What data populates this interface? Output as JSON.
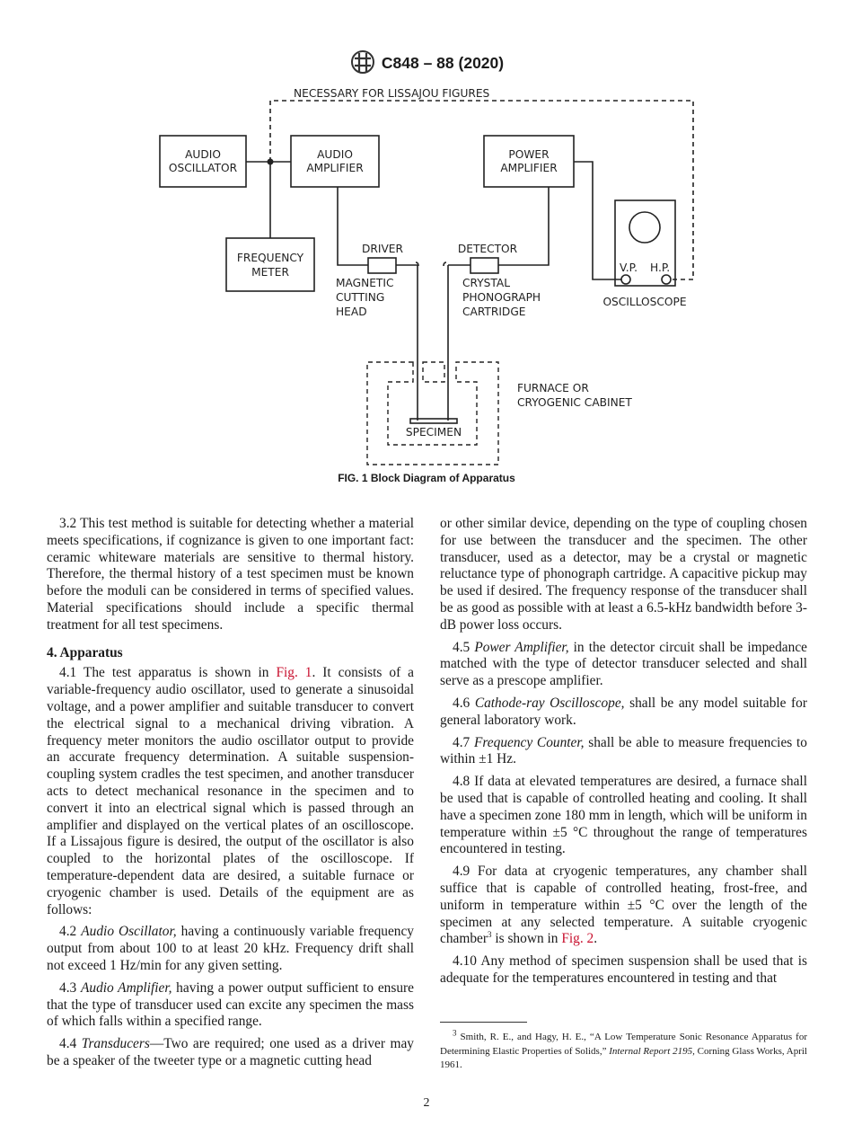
{
  "header": {
    "logo": "ASTM",
    "designation": "C848 – 88 (2020)"
  },
  "figure": {
    "lissajou_label": "NECESSARY FOR LISSAJOU FIGURES",
    "audio_oscillator": [
      "AUDIO",
      "OSCILLATOR"
    ],
    "audio_amplifier": [
      "AUDIO",
      "AMPLIFIER"
    ],
    "power_amplifier": [
      "POWER",
      "AMPLIFIER"
    ],
    "frequency_meter": [
      "FREQUENCY",
      "METER"
    ],
    "driver": "DRIVER",
    "detector": "DETECTOR",
    "magnetic_head": [
      "MAGNETIC",
      "CUTTING",
      "HEAD"
    ],
    "crystal_cartridge": [
      "CRYSTAL",
      "PHONOGRAPH",
      "CARTRIDGE"
    ],
    "vp": "V.P.",
    "hp": "H.P.",
    "oscilloscope": "OSCILLOSCOPE",
    "furnace": [
      "FURNACE OR",
      "CRYOGENIC CABINET"
    ],
    "specimen": "SPECIMEN",
    "caption": "FIG. 1  Block Diagram of Apparatus"
  },
  "left_column": {
    "p32": "3.2 This test method is suitable for detecting whether a material meets specifications, if cognizance is given to one important fact: ceramic whiteware materials are sensitive to thermal history. Therefore, the thermal history of a test specimen must be known before the moduli can be considered in terms of specified values. Material specifications should include a specific thermal treatment for all test specimens.",
    "heading": "4. Apparatus",
    "p41_a": "4.1 The test apparatus is shown in ",
    "p41_link": "Fig. 1",
    "p41_b": ". It consists of a variable-frequency audio oscillator, used to generate a sinusoi­dal voltage, and a power amplifier and suitable transducer to convert the electrical signal to a mechanical driving vibration. A frequency meter monitors the audio oscillator output to provide an accurate frequency determination. A suitable suspension-coupling system cradles the test specimen, and another transducer acts to detect mechanical resonance in the specimen and to convert it into an electrical signal which is passed through an amplifier and displayed on the vertical plates of an oscilloscope. If a Lissajous figure is desired, the output of the oscillator is also coupled to the horizontal plates of the oscilloscope. If temperature-dependent data are desired, a suitable furnace or cryogenic chamber is used. Details of the equipment are as follows:",
    "p42_num": "4.2 ",
    "p42_term": "Audio Oscillator,",
    "p42_text": " having a continuously variable fre­quency output from about 100 to at least 20 kHz. Frequency drift shall not exceed 1 Hz/min for any given setting.",
    "p43_num": "4.3 ",
    "p43_term": "Audio Amplifier,",
    "p43_text": " having a power output sufficient to ensure that the type of transducer used can excite any specimen the mass of which falls within a specified range.",
    "p44_num": "4.4 ",
    "p44_term": "Transducers",
    "p44_text": "—Two are required; one used as a driver may be a speaker of the tweeter type or a magnetic cutting head"
  },
  "right_column": {
    "p44_cont": "or other similar device, depending on the type of coupling chosen for use between the transducer and the specimen. The other transducer, used as a detector, may be a crystal or magnetic reluctance type of phonograph cartridge. A capacitive pickup may be used if desired. The frequency response of the transducer shall be as good as possible with at least a 6.5-kHz bandwidth before 3-dB power loss occurs.",
    "p45_num": "4.5 ",
    "p45_term": "Power Amplifier,",
    "p45_text": " in the detector circuit shall be imped­ance matched with the type of detector transducer selected and shall serve as a prescope amplifier.",
    "p46_num": "4.6 ",
    "p46_term": "Cathode-ray Oscilloscope,",
    "p46_text": " shall be any model suitable for general laboratory work.",
    "p47_num": "4.7 ",
    "p47_term": "Frequency Counter,",
    "p47_text": " shall be able to measure frequencies to within ±1 Hz.",
    "p48": "4.8 If data at elevated temperatures are desired, a furnace shall be used that is capable of controlled heating and cooling. It shall have a specimen zone 180 mm in length, which will be uniform in temperature within ±5 °C throughout the range of temperatures encountered in testing.",
    "p49_a": "4.9 For data at cryogenic temperatures, any chamber shall suffice that is capable of controlled heating, frost-free, and uniform in temperature within ±5 °C over the length of the specimen at any selected temperature. A suitable cryogenic chamber",
    "p49_sup": "3",
    "p49_b": " is shown in ",
    "p49_link": "Fig. 2",
    "p49_c": ".",
    "p410": "4.10 Any method of specimen suspension shall be used that is adequate for the temperatures encountered in testing and that"
  },
  "footnote": {
    "marker": "3",
    "text_a": " Smith, R. E., and Hagy, H. E., “A Low Temperature Sonic Resonance Apparatus for Determining Elastic Properties of Solids,” ",
    "title": "Internal Report 2195,",
    "text_b": " Corning Glass Works, April 1961."
  },
  "page_number": "2",
  "colors": {
    "link": "#c8102e",
    "text": "#1a1a1a"
  }
}
